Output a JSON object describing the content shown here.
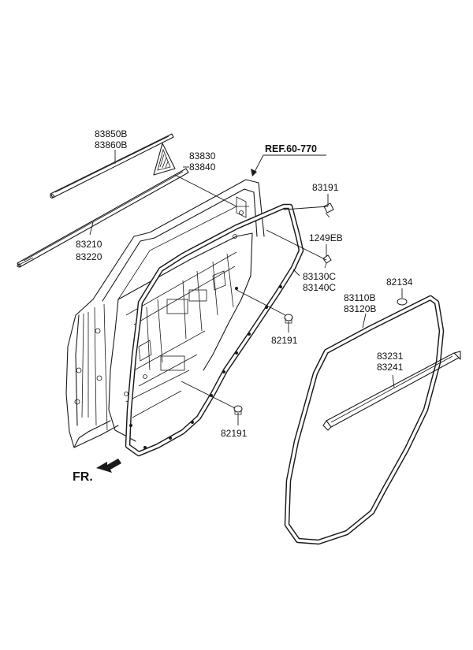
{
  "labels": {
    "garnish_upper": [
      "83850B",
      "83860B"
    ],
    "delta_cover": [
      "83830",
      "83840"
    ],
    "ref": "REF.60-770",
    "clip_top": "83191",
    "screw": "1249EB",
    "belt_moulding": [
      "83210",
      "83220"
    ],
    "door_seal": [
      "83130C",
      "83140C"
    ],
    "plug_small": "82134",
    "body_seal": [
      "83110B",
      "83120B"
    ],
    "clip_mid": "82191",
    "channel": [
      "83231",
      "83241"
    ],
    "clip_low": "82191",
    "front_mark": "FR."
  },
  "icons": {
    "front_arrow": "front-direction-arrow-icon"
  }
}
